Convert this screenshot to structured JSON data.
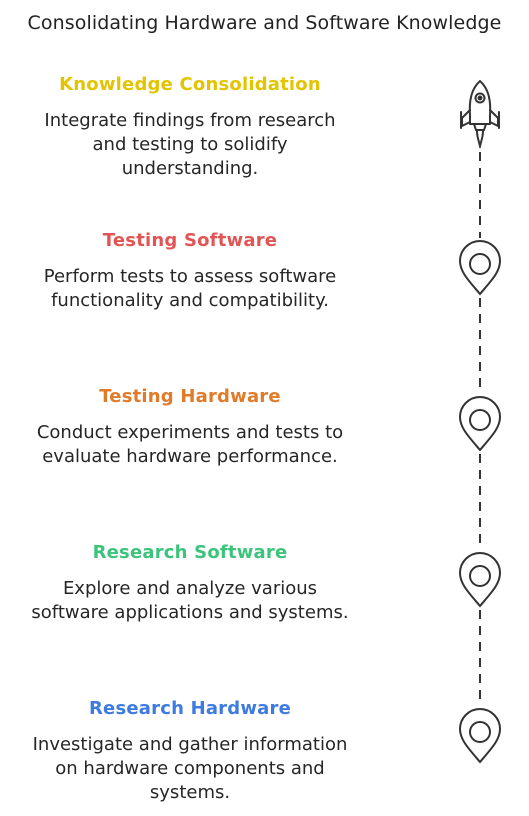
{
  "title": "Consolidating Hardware and Software Knowledge",
  "stages": [
    {
      "heading": "Knowledge Consolidation",
      "color": "#e2c400",
      "icon": "rocket-icon",
      "desc_lines": [
        "Integrate findings from research",
        "and testing to solidify",
        "understanding."
      ]
    },
    {
      "heading": "Testing Software",
      "color": "#e25555",
      "icon": "map-pin-icon",
      "desc_lines": [
        "Perform tests to assess software",
        "functionality and compatibility."
      ]
    },
    {
      "heading": "Testing Hardware",
      "color": "#e07b2a",
      "icon": "map-pin-icon",
      "desc_lines": [
        "Conduct experiments and tests to",
        "evaluate hardware performance."
      ]
    },
    {
      "heading": "Research Software",
      "color": "#3cc47c",
      "icon": "map-pin-icon",
      "desc_lines": [
        "Explore and analyze various",
        "software applications and systems."
      ]
    },
    {
      "heading": "Research Hardware",
      "color": "#3d7be0",
      "icon": "map-pin-icon",
      "desc_lines": [
        "Investigate and gather information",
        "on hardware components and",
        "systems."
      ]
    }
  ]
}
